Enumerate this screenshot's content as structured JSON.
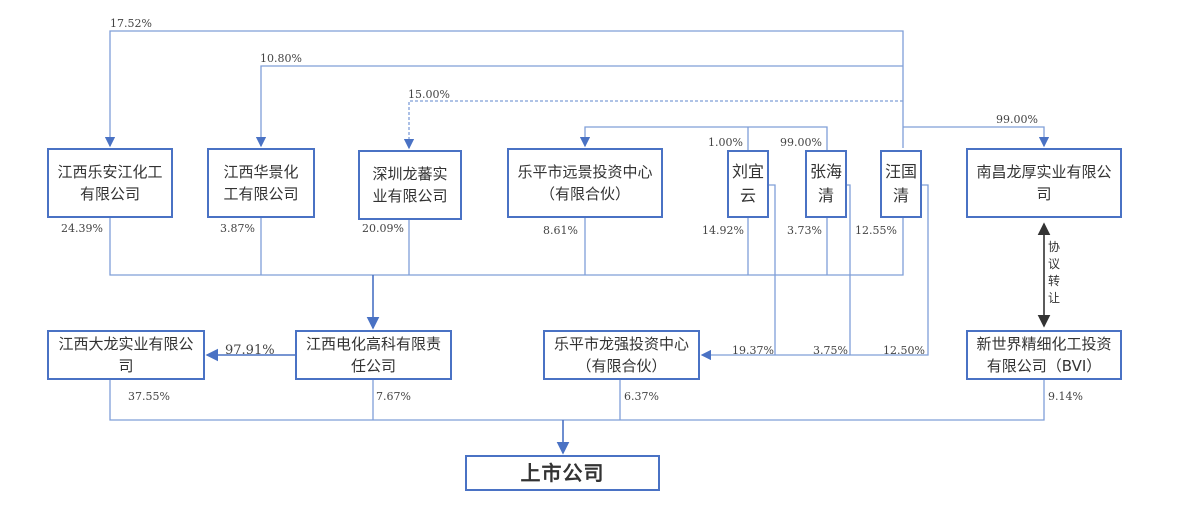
{
  "entities": {
    "lean": "江西乐安江化工有限公司",
    "huajing": "江西华景化工有限公司",
    "longfan": "深圳龙蕃实业有限公司",
    "yuanjing": "乐平市远景投资中心（有限合伙）",
    "liu": "刘宜云",
    "zhang": "张海清",
    "wang": "汪国清",
    "longhou": "南昌龙厚实业有限公司",
    "dalong": "江西大龙实业有限公司",
    "dianhua": "江西电化高科有限责任公司",
    "longqiang": "乐平市龙强投资中心（有限合伙）",
    "xinshijie": "新世界精细化工投资有限公司（BVI）",
    "listed": "上市公司"
  },
  "percentages": {
    "wang_to_lean": "17.52%",
    "wang_to_huajing": "10.80%",
    "wang_to_longfan": "15.00%",
    "liu_to_yuanjing": "1.00%",
    "zhang_to_yuanjing": "99.00%",
    "wang_to_longhou": "99.00%",
    "lean_to_dianhua": "24.39%",
    "huajing_to_dianhua": "3.87%",
    "longfan_to_dianhua": "20.09%",
    "yuanjing_to_dianhua": "8.61%",
    "liu_to_dianhua": "14.92%",
    "zhang_to_dianhua": "3.73%",
    "wang_to_dianhua": "12.55%",
    "dianhua_to_dalong": "97.91%",
    "liu_to_longqiang": "19.37%",
    "zhang_to_longqiang": "3.75%",
    "wang_to_longqiang": "12.50%",
    "dalong_to_listed": "37.55%",
    "dianhua_to_listed": "7.67%",
    "longqiang_to_listed": "6.37%",
    "xinshijie_to_listed": "9.14%"
  },
  "transfer_label": [
    "协",
    "议",
    "转",
    "让"
  ],
  "colors": {
    "line": "#4a72c4",
    "line_light": "#8eaadb"
  }
}
